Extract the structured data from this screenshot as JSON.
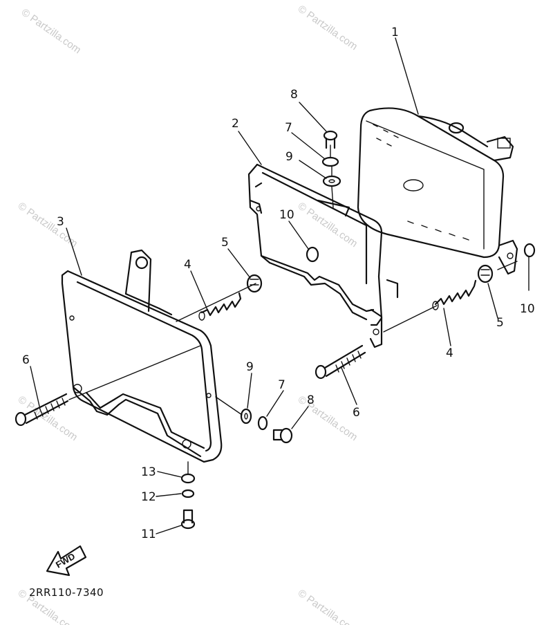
{
  "diagram": {
    "diagram_code": "2RR110-7340",
    "direction_label": "FWD",
    "watermark": "© Partzilla.com",
    "callouts": [
      "1",
      "2",
      "3",
      "4",
      "5",
      "6",
      "7",
      "8",
      "9",
      "10",
      "11",
      "12",
      "13"
    ]
  }
}
